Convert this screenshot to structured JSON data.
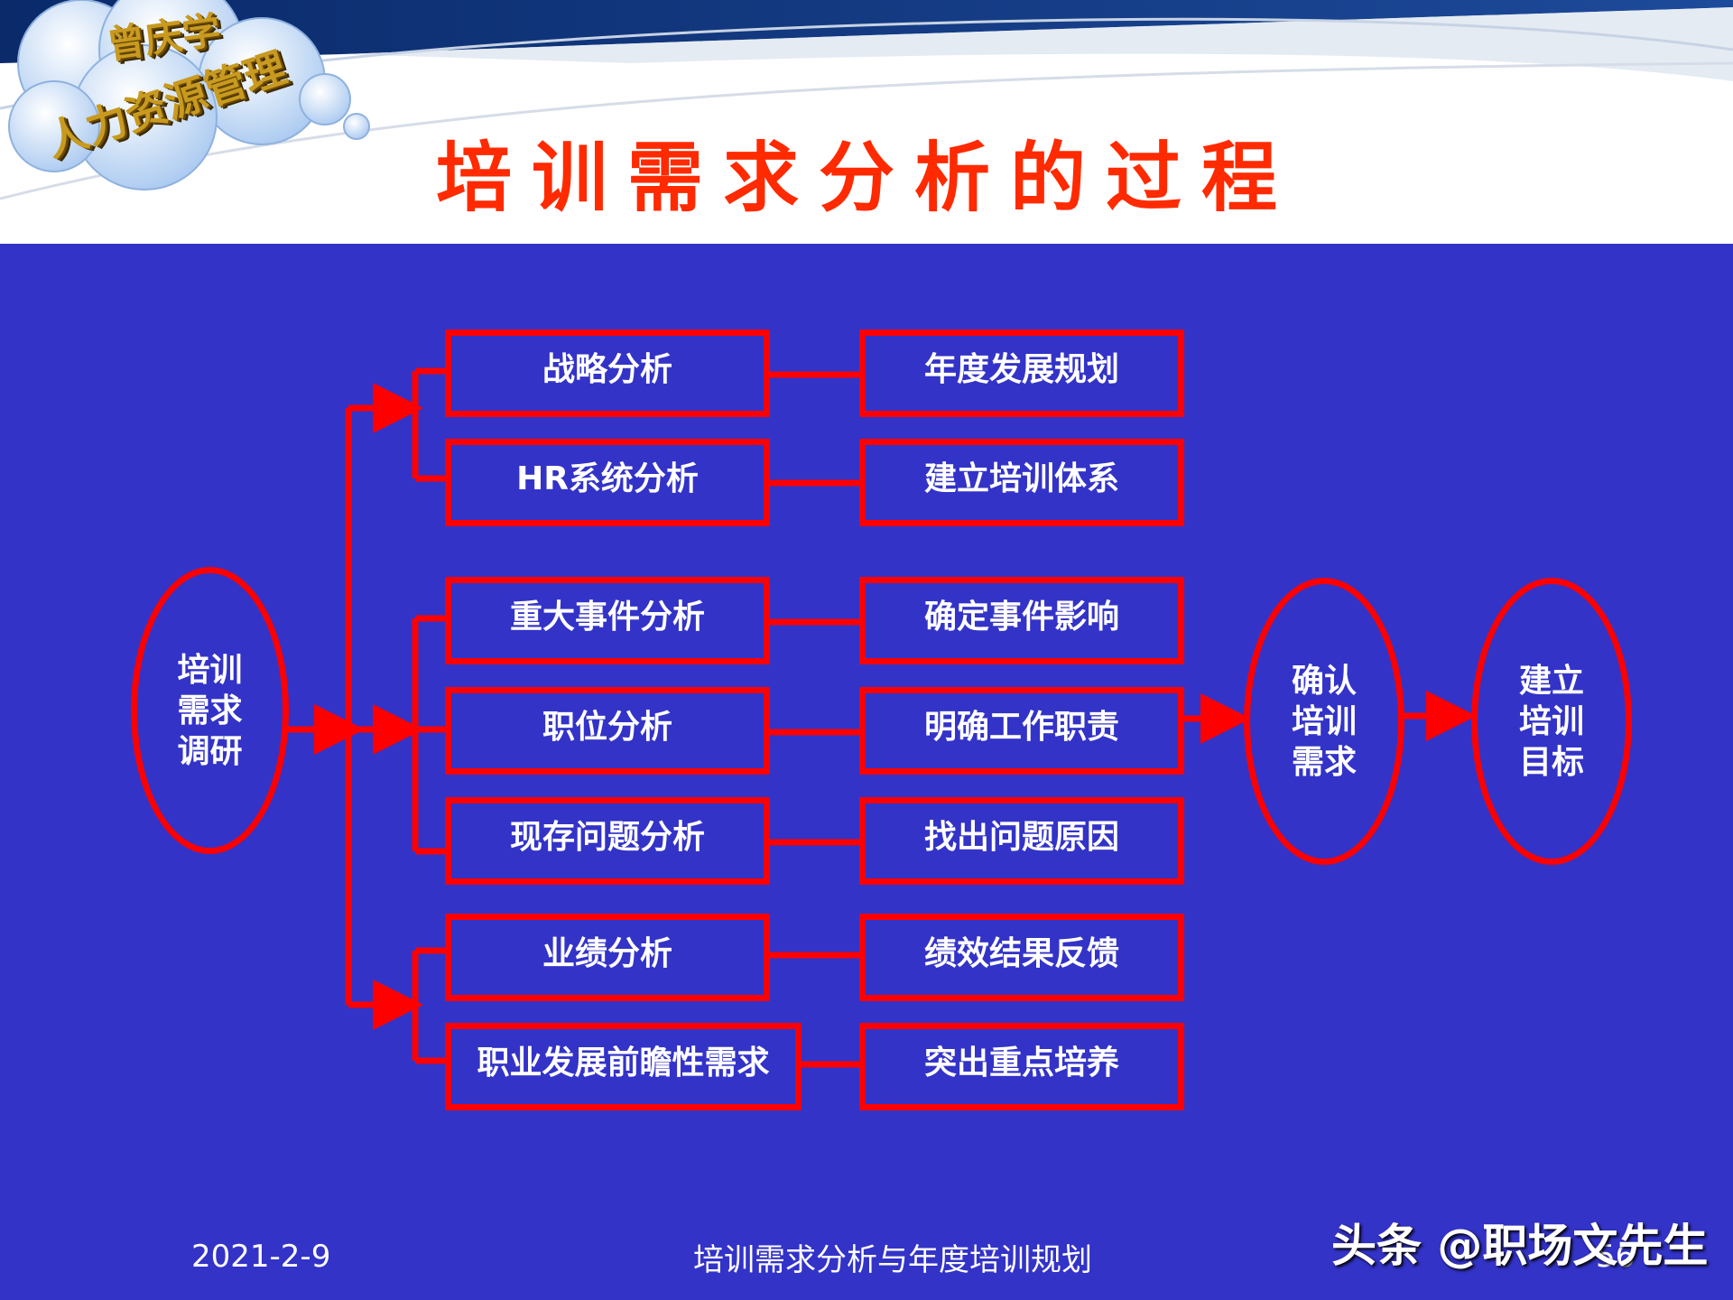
{
  "header": {
    "title": "培训需求分析的过程",
    "logo_line1": "曾庆学",
    "logo_line2": "人力资源管理"
  },
  "diagram": {
    "start": "培训需求调研",
    "analysis": [
      "战略分析",
      "HR系统分析",
      "重大事件分析",
      "职位分析",
      "现存问题分析",
      "业绩分析",
      "职业发展前瞻性需求"
    ],
    "results": [
      "年度发展规划",
      "建立培训体系",
      "确定事件影响",
      "明确工作职责",
      "找出问题原因",
      "绩效结果反馈",
      "突出重点培养"
    ],
    "confirm": "确认培训需求",
    "goal": "建立培训目标"
  },
  "footer": {
    "date": "2021-2-9",
    "center": "培训需求分析与年度培训规划",
    "page": "56"
  },
  "watermark": "头条 @职场文先生",
  "colors": {
    "background": "#3333c8",
    "line": "#ff0000",
    "title": "#ff2a00"
  }
}
